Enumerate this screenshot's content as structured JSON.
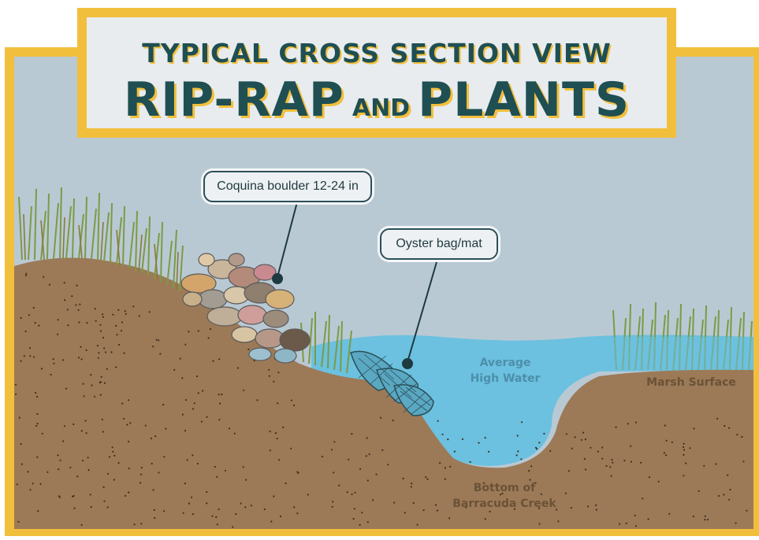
{
  "title": {
    "line1": "TYPICAL CROSS SECTION VIEW",
    "line2_a": "RIP-RAP",
    "line2_b": "AND",
    "line2_c": "PLANTS"
  },
  "callouts": {
    "boulder": "Coquina boulder 12-24 in",
    "oyster": "Oyster bag/mat"
  },
  "labels": {
    "water_1": "Average",
    "water_2": "High Water",
    "marsh": "Marsh Surface",
    "bottom_1": "Bottom of",
    "bottom_2": "Barracuda Creek"
  },
  "colors": {
    "frame": "#f2bf3c",
    "sky": "#b8c8d3",
    "water": "#6cc1df",
    "soil": "#9c7a57",
    "title_text": "#1f4f52"
  }
}
